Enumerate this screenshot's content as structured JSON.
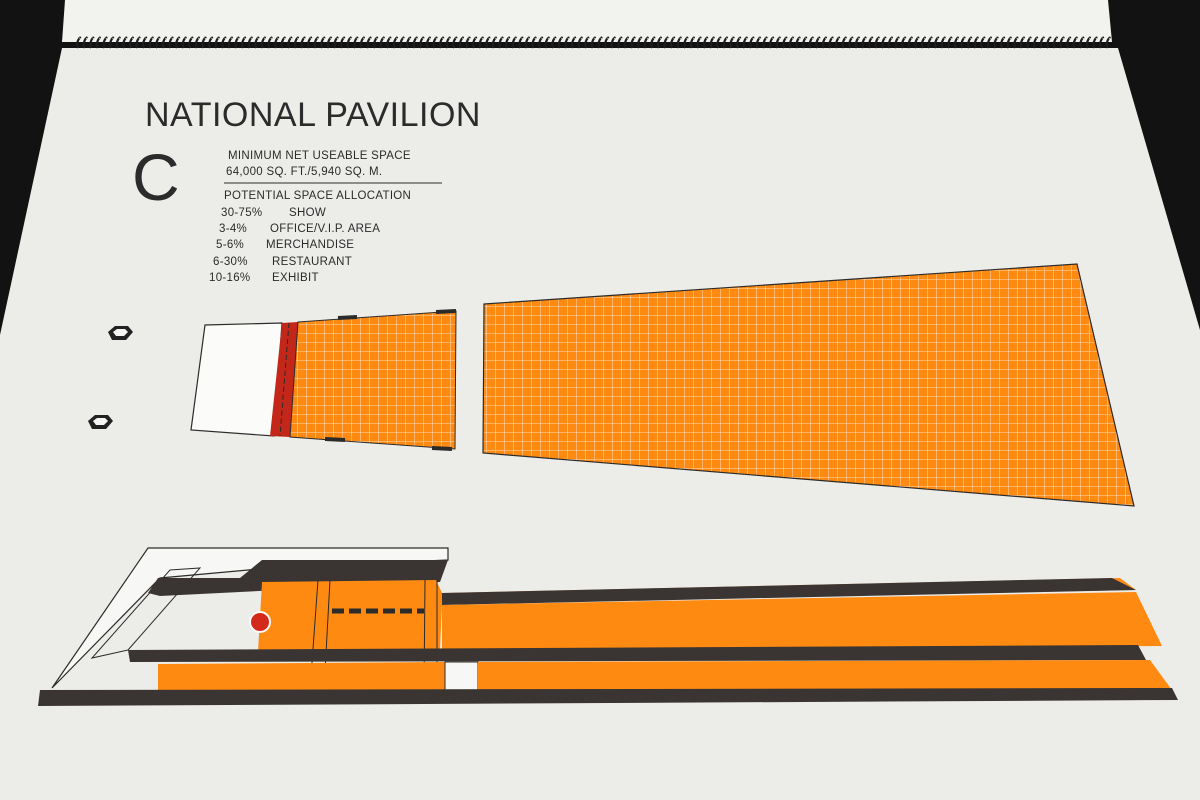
{
  "title": "NATIONAL PAVILION",
  "letter": "C",
  "minimum_space": {
    "heading": "MINIMUM NET USEABLE SPACE",
    "value": "64,000 SQ. FT./5,940 SQ. M."
  },
  "allocation": {
    "heading": "POTENTIAL SPACE ALLOCATION",
    "items": [
      {
        "percent": "30-75%",
        "label": "SHOW"
      },
      {
        "percent": "3-4%",
        "label": "OFFICE/V.I.P. AREA"
      },
      {
        "percent": "5-6%",
        "label": "MERCHANDISE"
      },
      {
        "percent": "6-30%",
        "label": "RESTAURANT"
      },
      {
        "percent": "10-16%",
        "label": "EXHIBIT"
      }
    ]
  },
  "colors": {
    "orange": "#ff8a12",
    "dark_red": "#c2271a",
    "charcoal": "#3a3532",
    "paper": "#ededea",
    "background": "#121212",
    "red_dot": "#d42a1b"
  }
}
